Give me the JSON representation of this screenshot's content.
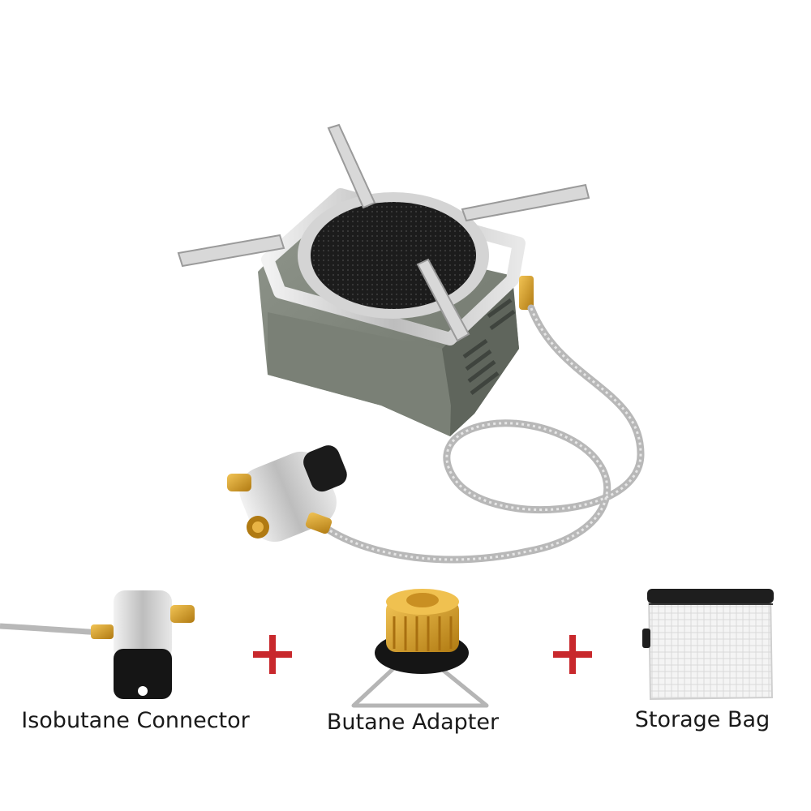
{
  "product": {
    "main_item": "camping-gas-stove",
    "accessories": [
      {
        "label": "Isobutane Connector",
        "icon": "isobutane-connector-icon"
      },
      {
        "label": "Butane Adapter",
        "icon": "butane-adapter-icon"
      },
      {
        "label": "Storage Bag",
        "icon": "storage-bag-icon"
      }
    ],
    "separator_color": "#c8282c"
  }
}
